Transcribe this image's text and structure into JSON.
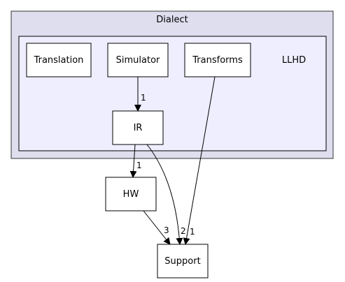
{
  "groups": {
    "dialect": {
      "label": "Dialect",
      "fill": "#dedeef",
      "stroke": "#333333"
    },
    "llhd": {
      "label": "LLHD",
      "fill": "#eeeeff",
      "stroke": "#333333"
    }
  },
  "nodes": {
    "translation": {
      "label": "Translation"
    },
    "simulator": {
      "label": "Simulator"
    },
    "transforms": {
      "label": "Transforms"
    },
    "ir": {
      "label": "IR"
    },
    "hw": {
      "label": "HW"
    },
    "support": {
      "label": "Support"
    }
  },
  "edges": {
    "simulator_ir": {
      "from": "Simulator",
      "to": "IR",
      "count": "1"
    },
    "ir_hw": {
      "from": "IR",
      "to": "HW",
      "count": "1"
    },
    "hw_support": {
      "from": "HW",
      "to": "Support",
      "count": "3"
    },
    "ir_support": {
      "from": "IR",
      "to": "Support",
      "count": "2"
    },
    "transforms_support": {
      "from": "Transforms",
      "to": "Support",
      "count": "1"
    }
  },
  "colors": {
    "node_fill": "#ffffff",
    "node_stroke": "#000000",
    "edge": "#000000"
  }
}
